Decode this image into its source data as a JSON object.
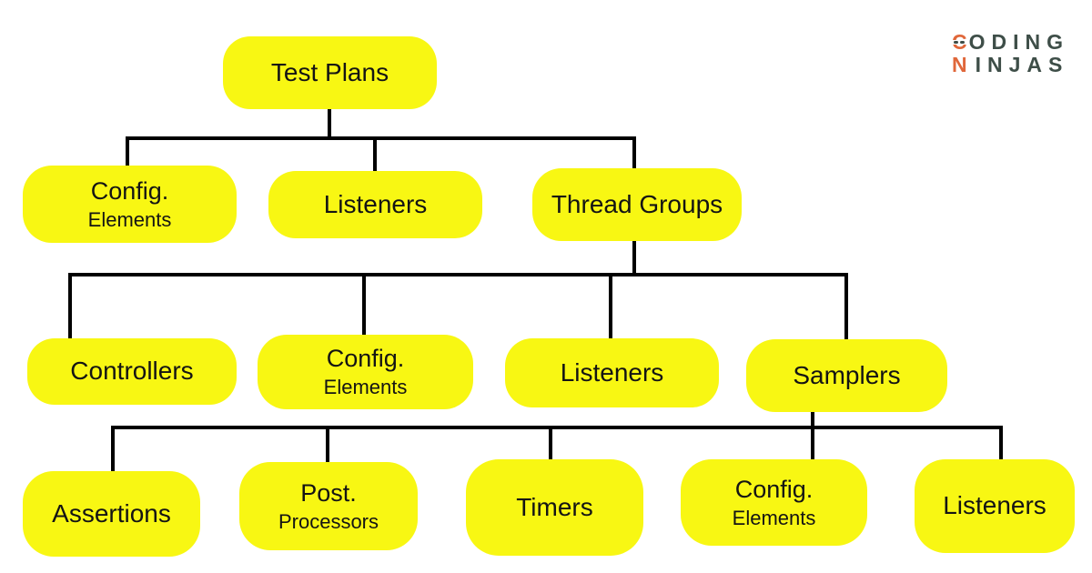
{
  "style": {
    "background": "#ffffff",
    "node_fill": "#f8f713",
    "node_text_color": "#141414",
    "connector_color": "#000000",
    "logo_accent": "#e0673a",
    "logo_text": "#3e4e48"
  },
  "logo": {
    "brand": "Coding Ninjas",
    "line1_initial": "C",
    "line1_rest": "ODING",
    "line2_initial": "N",
    "line2_rest": "INJAS"
  },
  "nodes": {
    "test_plans": {
      "label": "Test Plans"
    },
    "config_elements_1": {
      "line1": "Config.",
      "line2": "Elements"
    },
    "listeners_1": {
      "label": "Listeners"
    },
    "thread_groups": {
      "label": "Thread Groups"
    },
    "controllers": {
      "label": "Controllers"
    },
    "config_elements_2": {
      "line1": "Config.",
      "line2": "Elements"
    },
    "listeners_2": {
      "label": "Listeners"
    },
    "samplers": {
      "label": "Samplers"
    },
    "assertions": {
      "label": "Assertions"
    },
    "post_processors": {
      "line1": "Post.",
      "line2": "Processors"
    },
    "timers": {
      "label": "Timers"
    },
    "config_elements_3": {
      "line1": "Config.",
      "line2": "Elements"
    },
    "listeners_3": {
      "label": "Listeners"
    }
  },
  "hierarchy": {
    "Test Plans": [
      "Config. Elements",
      "Listeners",
      "Thread Groups"
    ],
    "Thread Groups": [
      "Controllers",
      "Config. Elements",
      "Listeners",
      "Samplers"
    ],
    "Samplers": [
      "Assertions",
      "Post. Processors",
      "Timers",
      "Config. Elements",
      "Listeners"
    ]
  }
}
